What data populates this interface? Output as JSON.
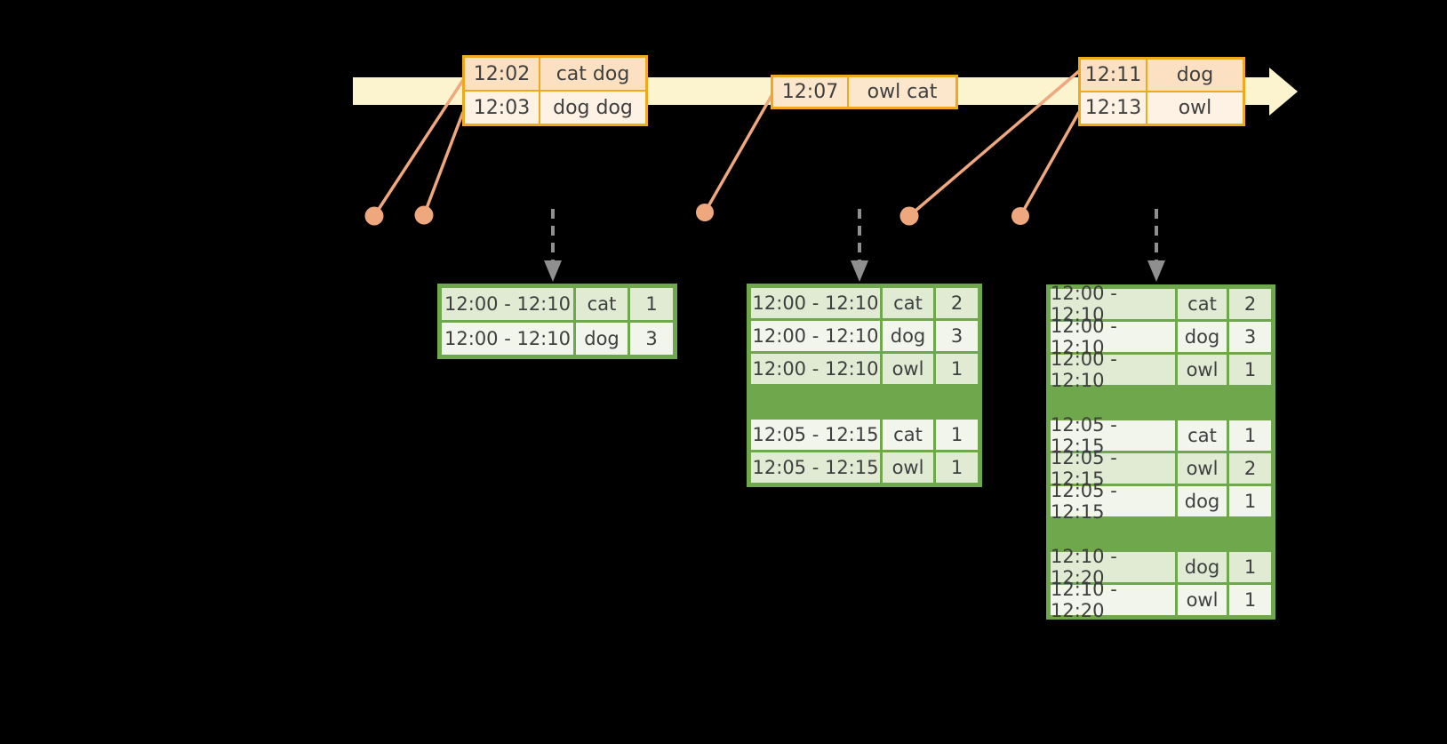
{
  "colors": {
    "bg": "#000000",
    "timeline_fill": "#fcf3cf",
    "event_border": "#f0a81e",
    "event_row_dark": "#fbe1c2",
    "event_row_mid": "#fce7cd",
    "event_row_light": "#fdf2e3",
    "connector": "#efa77e",
    "trigger_arrow": "#8f8f8f",
    "result_border": "#6fa84c",
    "result_row_dark": "#e1ebd4",
    "result_row_light": "#f1f5ec",
    "cell_text": "#3f3f3f"
  },
  "event_tables": [
    {
      "rows": [
        {
          "time": "12:02",
          "words": "cat dog"
        },
        {
          "time": "12:03",
          "words": "dog dog"
        }
      ]
    },
    {
      "rows": [
        {
          "time": "12:07",
          "words": "owl cat"
        }
      ]
    },
    {
      "rows": [
        {
          "time": "12:11",
          "words": "dog"
        },
        {
          "time": "12:13",
          "words": "owl"
        }
      ]
    }
  ],
  "result_tables": [
    {
      "rows": [
        [
          "12:00 - 12:10",
          "cat",
          "1"
        ],
        [
          "12:00 - 12:10",
          "dog",
          "3"
        ]
      ]
    },
    {
      "rows": [
        [
          "12:00 - 12:10",
          "cat",
          "2"
        ],
        [
          "12:00 - 12:10",
          "dog",
          "3"
        ],
        [
          "12:00 - 12:10",
          "owl",
          "1"
        ],
        [
          "12:05 - 12:15",
          "cat",
          "1"
        ],
        [
          "12:05 - 12:15",
          "owl",
          "1"
        ]
      ]
    },
    {
      "rows": [
        [
          "12:00 - 12:10",
          "cat",
          "2"
        ],
        [
          "12:00 - 12:10",
          "dog",
          "3"
        ],
        [
          "12:00 - 12:10",
          "owl",
          "1"
        ],
        [
          "12:05 - 12:15",
          "cat",
          "1"
        ],
        [
          "12:05 - 12:15",
          "owl",
          "2"
        ],
        [
          "12:05 - 12:15",
          "dog",
          "1"
        ],
        [
          "12:10 - 12:20",
          "dog",
          "1"
        ],
        [
          "12:10 - 12:20",
          "owl",
          "1"
        ]
      ]
    }
  ]
}
